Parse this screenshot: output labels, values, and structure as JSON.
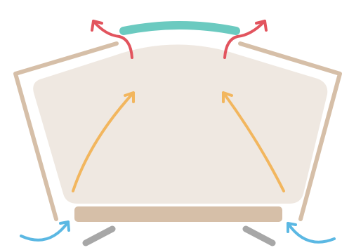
{
  "colors": {
    "background": "#ffffff",
    "housing": "#d6bfa8",
    "interior": "#efe8e1",
    "heating_element": "#d6bfa8",
    "feet": "#a7a7a7",
    "top_vent": "#6bcac0",
    "cool_air_arrow": "#5bb8e3",
    "warm_air_arrow": "#f2b65e",
    "hot_air_arrow": "#e2545e"
  },
  "elements": {
    "housing": "housing-outline",
    "interior": "interior-chamber",
    "heater": "heating-element",
    "vent": "top-vent",
    "feet": [
      "left-foot",
      "right-foot"
    ],
    "arrows": [
      {
        "kind": "cool-air-inlet",
        "side": "left",
        "color_key": "cool_air_arrow"
      },
      {
        "kind": "cool-air-inlet",
        "side": "right",
        "color_key": "cool_air_arrow"
      },
      {
        "kind": "warm-air-rising",
        "side": "left",
        "color_key": "warm_air_arrow"
      },
      {
        "kind": "warm-air-rising",
        "side": "right",
        "color_key": "warm_air_arrow"
      },
      {
        "kind": "hot-air-outlet",
        "side": "left",
        "color_key": "hot_air_arrow"
      },
      {
        "kind": "hot-air-outlet",
        "side": "right",
        "color_key": "hot_air_arrow"
      }
    ]
  }
}
